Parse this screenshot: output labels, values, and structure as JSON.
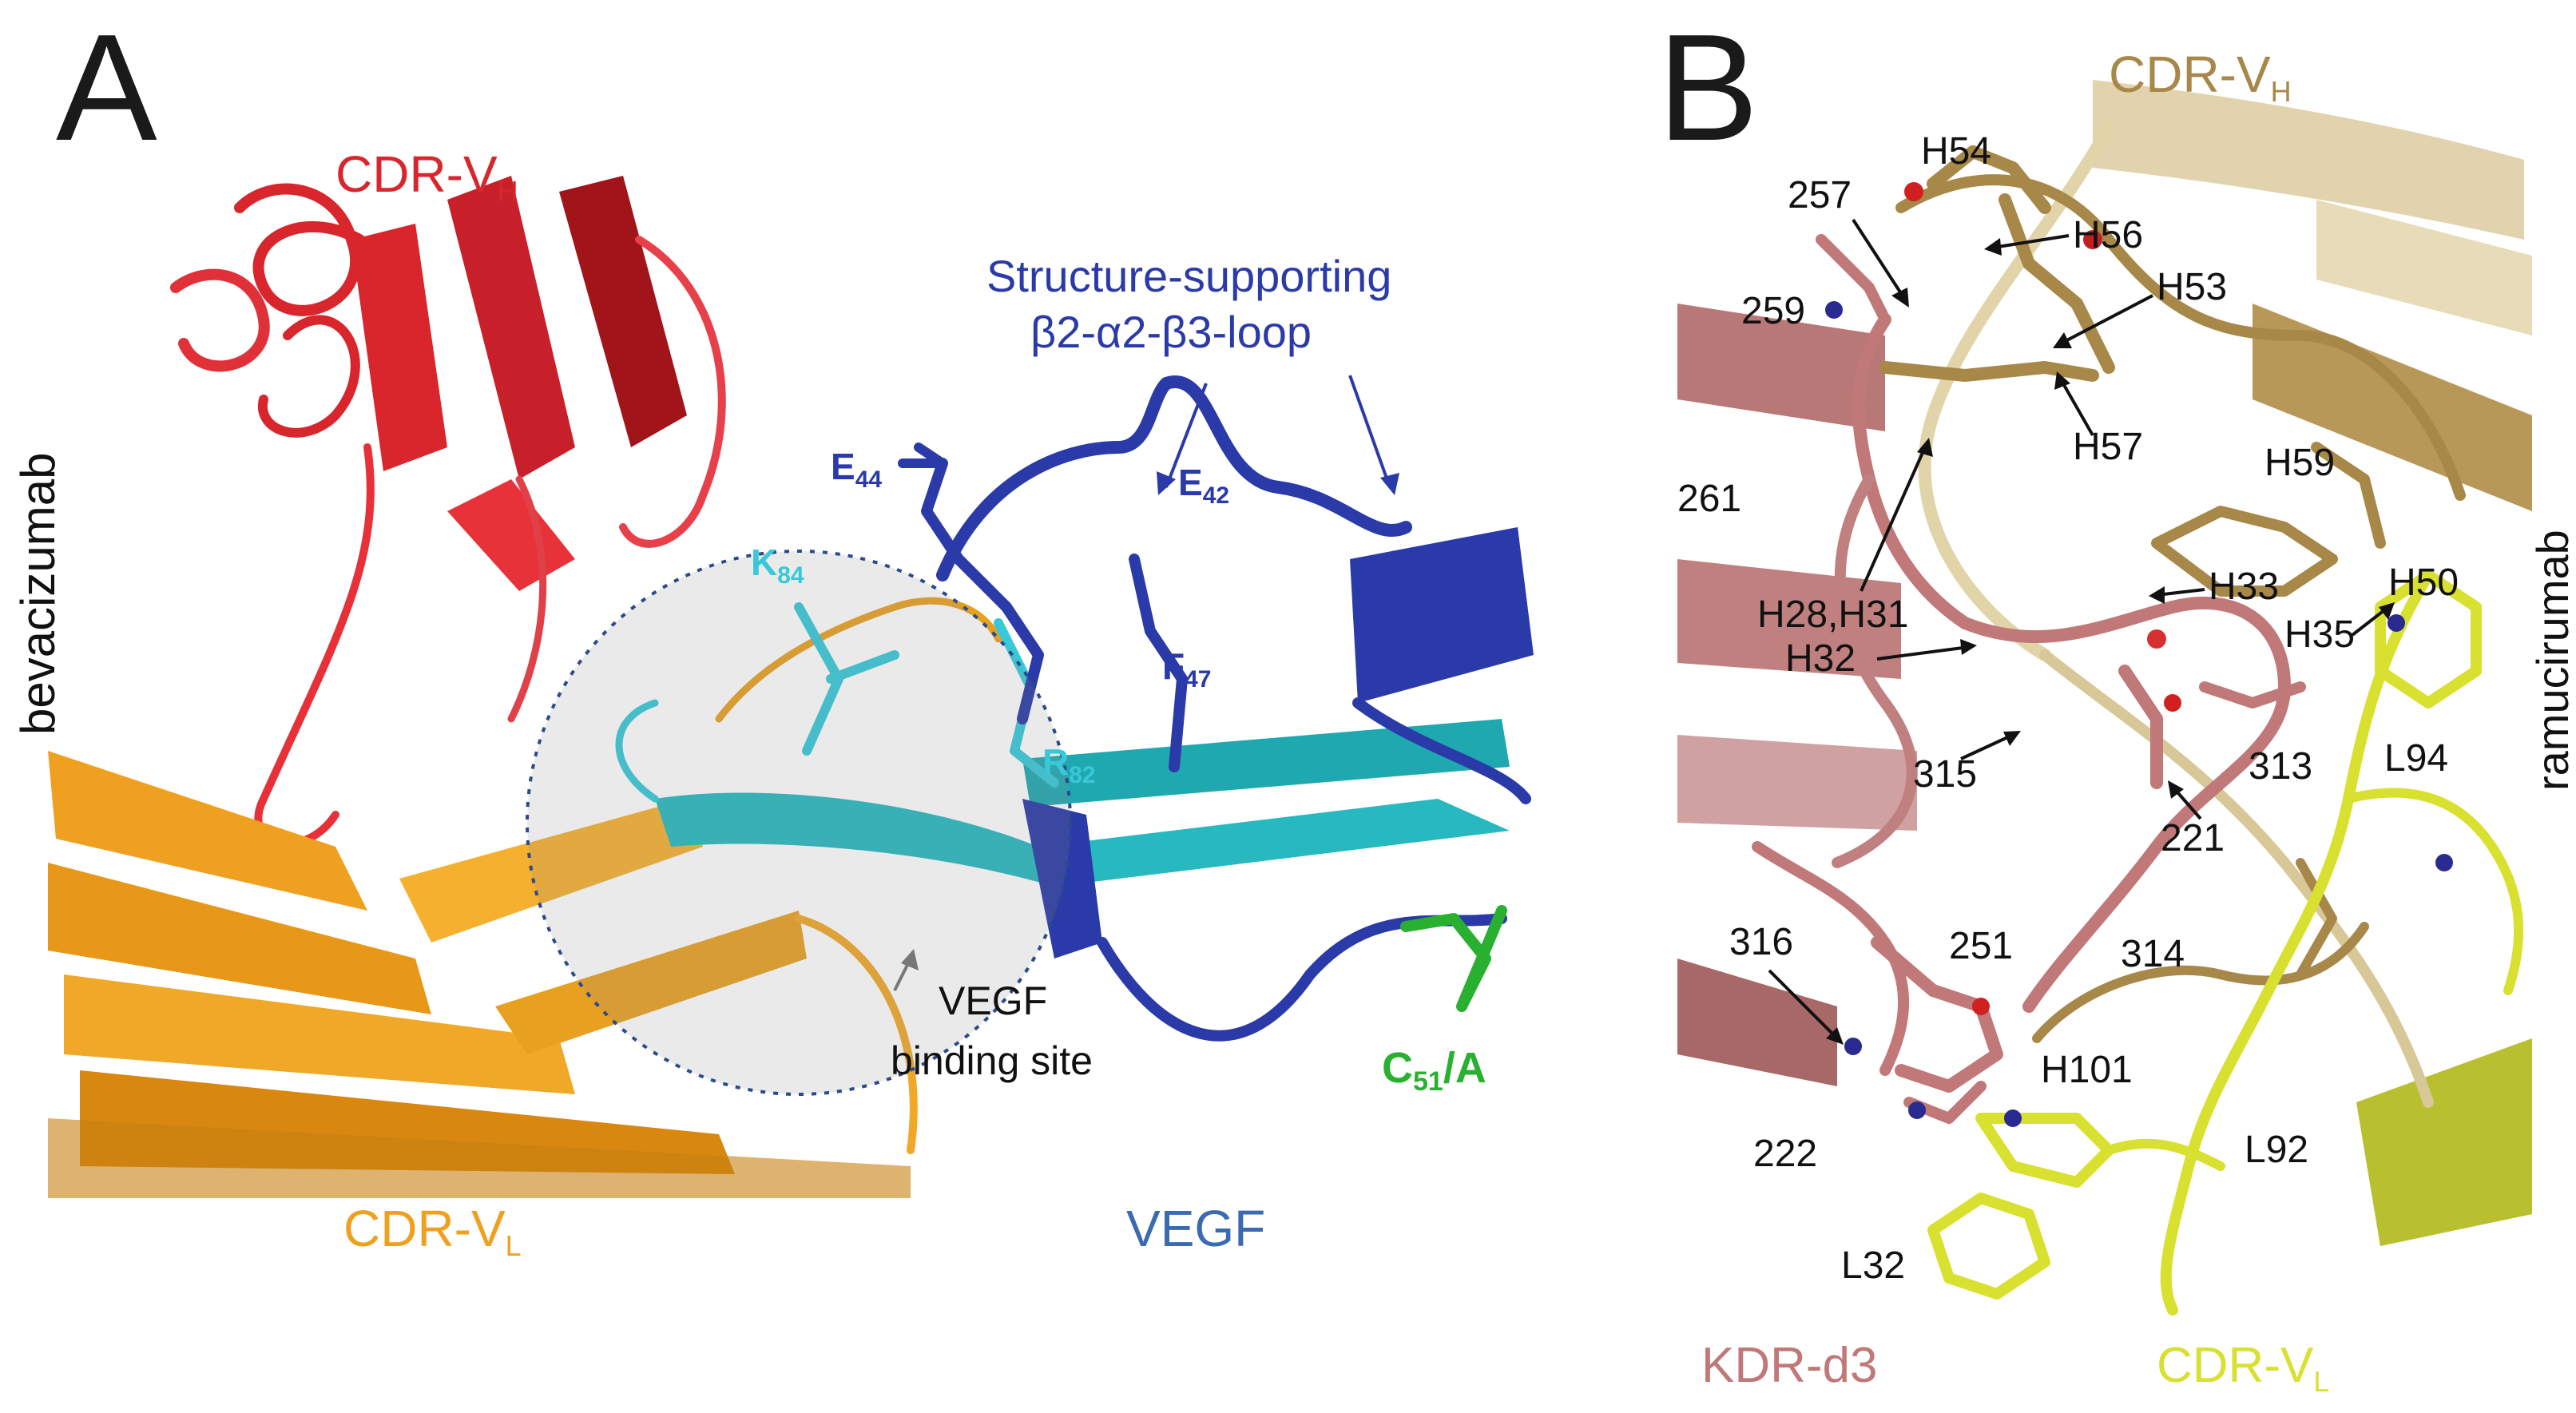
{
  "colors": {
    "red": "#d8262c",
    "dark_red": "#a0141a",
    "orange": "#f0a020",
    "dark_orange": "#c07808",
    "blue": "#2a3aa8",
    "cyan": "#28b8c0",
    "light_cyan": "#38c8d8",
    "green": "#2ab030",
    "tan": "#a88848",
    "light_tan": "#d8c898",
    "pink": "#c07878",
    "yellow": "#d8e030"
  },
  "panel_a": {
    "letter": "A",
    "cdr_vh": {
      "main": "CDR-V",
      "sub": "H"
    },
    "cdr_vl": {
      "main": "CDR-V",
      "sub": "L"
    },
    "bevacizumab": "bevacizumab",
    "loop_title_line1": "Structure-supporting",
    "loop_title_line2": "β2-α2-β3-loop",
    "e44": {
      "main": "E",
      "sub": "44"
    },
    "e42": {
      "main": "E",
      "sub": "42"
    },
    "k84": {
      "main": "K",
      "sub": "84"
    },
    "r82": {
      "main": "R",
      "sub": "82"
    },
    "f47": {
      "main": "F",
      "sub": "47"
    },
    "c51": {
      "main": "C",
      "sub": "51",
      "suffix": "/A"
    },
    "binding_site_line1": "VEGF",
    "binding_site_line2": "binding site",
    "vegf": "VEGF"
  },
  "panel_b": {
    "letter": "B",
    "cdr_vh": {
      "main": "CDR-V",
      "sub": "H"
    },
    "cdr_vl": {
      "main": "CDR-V",
      "sub": "L"
    },
    "ramucirumab": "ramucirumab",
    "kdr": "KDR-d3",
    "residues": {
      "h54": "H54",
      "r257": "257",
      "h56": "H56",
      "r259": "259",
      "h53": "H53",
      "h57": "H57",
      "h59": "H59",
      "r261": "261",
      "h50": "H50",
      "h28_h31": "H28,H31",
      "h33": "H33",
      "h35": "H35",
      "h32": "H32",
      "l94": "L94",
      "r315": "315",
      "r313": "313",
      "r221": "221",
      "r316": "316",
      "r251": "251",
      "r314": "314",
      "h101": "H101",
      "r222": "222",
      "l92": "L92",
      "l32": "L32"
    }
  }
}
